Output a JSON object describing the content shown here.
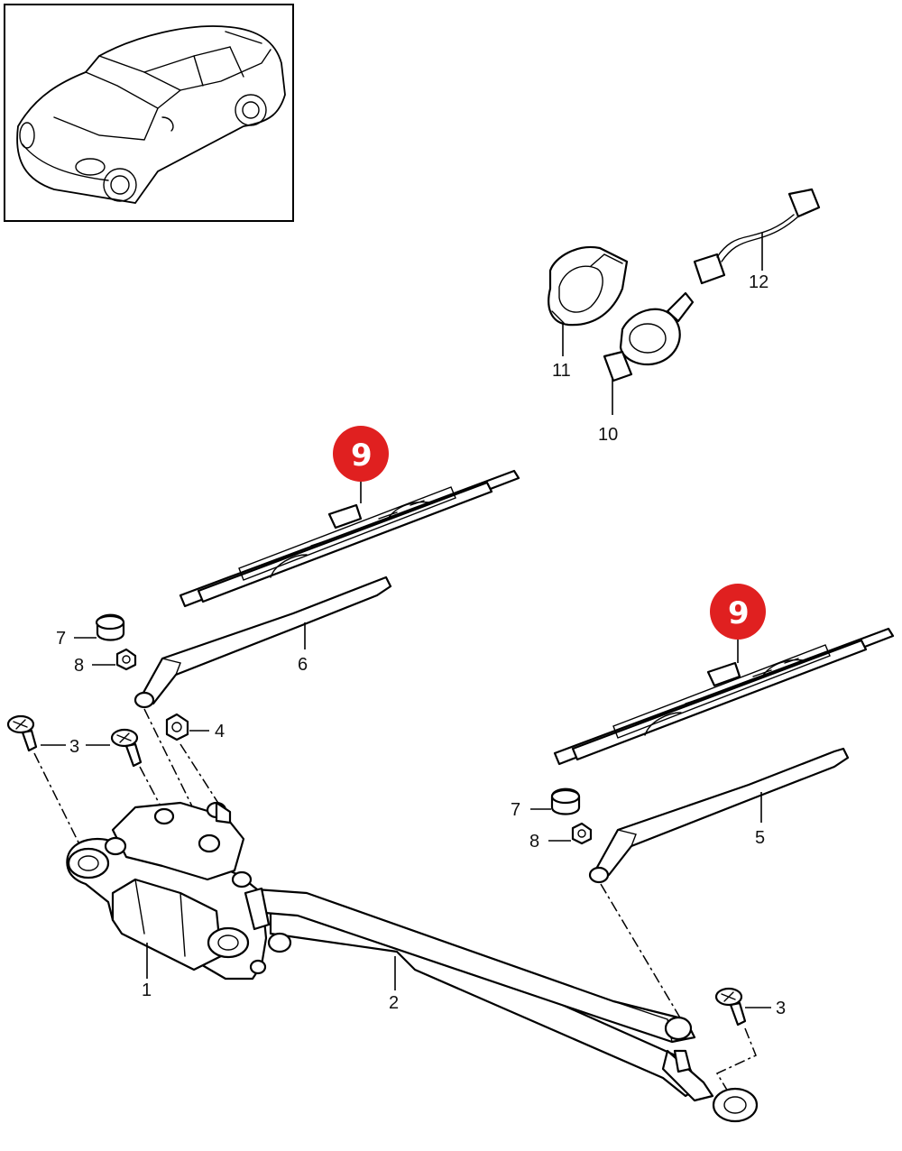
{
  "labels": {
    "p1": "1",
    "p2": "2",
    "p3a": "3",
    "p3b": "3",
    "p3c": "3",
    "p4": "4",
    "p5": "5",
    "p6": "6",
    "p7a": "7",
    "p7b": "7",
    "p8a": "8",
    "p8b": "8",
    "p10": "10",
    "p11": "11",
    "p12": "12",
    "p9a": "9",
    "p9b": "9"
  },
  "colors": {
    "highlight": "#e02020",
    "line": "#000000"
  },
  "icons": [
    "car-thumbnail-icon"
  ]
}
